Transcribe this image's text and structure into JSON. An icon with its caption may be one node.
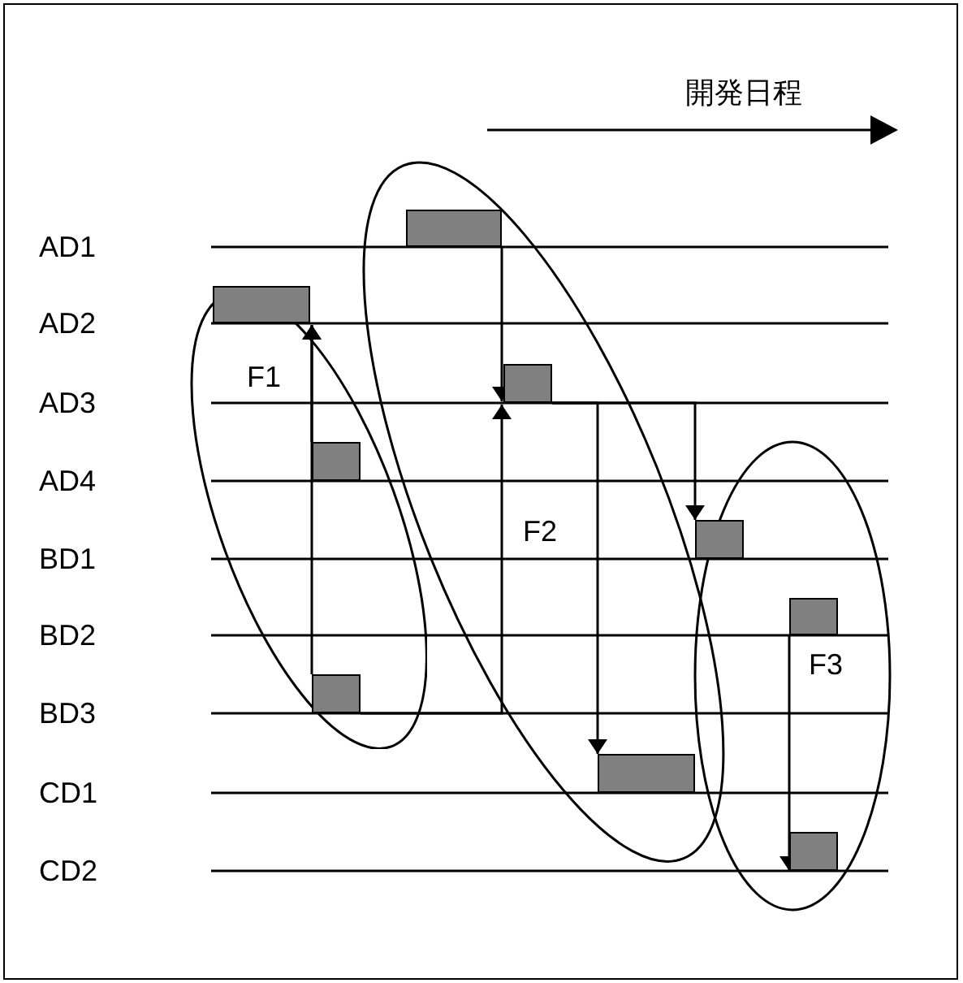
{
  "diagram": {
    "nodes": [
      {
        "text": [
          "F1"
        ]
      },
      {
        "text": [
          "F2"
        ]
      },
      {
        "text": [
          "F3"
        ]
      },
      {
        "text": [],
        "shape": "box",
        "in": 1
      },
      {
        "text": [],
        "shape": "box"
      },
      {
        "text": [],
        "shape": "box",
        "in": 1
      },
      {
        "text": [],
        "shape": "box",
        "in": 0
      },
      {
        "text": [],
        "shape": "box",
        "in": 2
      },
      {
        "text": [],
        "shape": "box",
        "in": 2
      },
      {
        "text": [],
        "shape": "box",
        "in": 0
      },
      {
        "text": [],
        "shape": "box",
        "in": 1
      },
      {
        "text": [],
        "shape": "box",
        "in": 2
      }
    ],
    "edges": [
      {
        "from": 9,
        "to": 4,
        "arrow": "to"
      },
      {
        "from": 6,
        "to": 4,
        "arrow": "to"
      },
      {
        "from": 3,
        "to": 5,
        "arrow": "to"
      },
      {
        "from": 9,
        "to": 5,
        "arrow": "to"
      },
      {
        "from": 5,
        "to": 7,
        "arrow": "to"
      },
      {
        "from": 5,
        "to": 10,
        "arrow": "to"
      },
      {
        "from": 8,
        "to": 11,
        "arrow": "to"
      }
    ],
    "labels": [
      "開発日程",
      "AD1",
      "AD2",
      "AD3",
      "AD4",
      "BD1",
      "BD2",
      "BD3",
      "CD1",
      "CD2"
    ]
  }
}
